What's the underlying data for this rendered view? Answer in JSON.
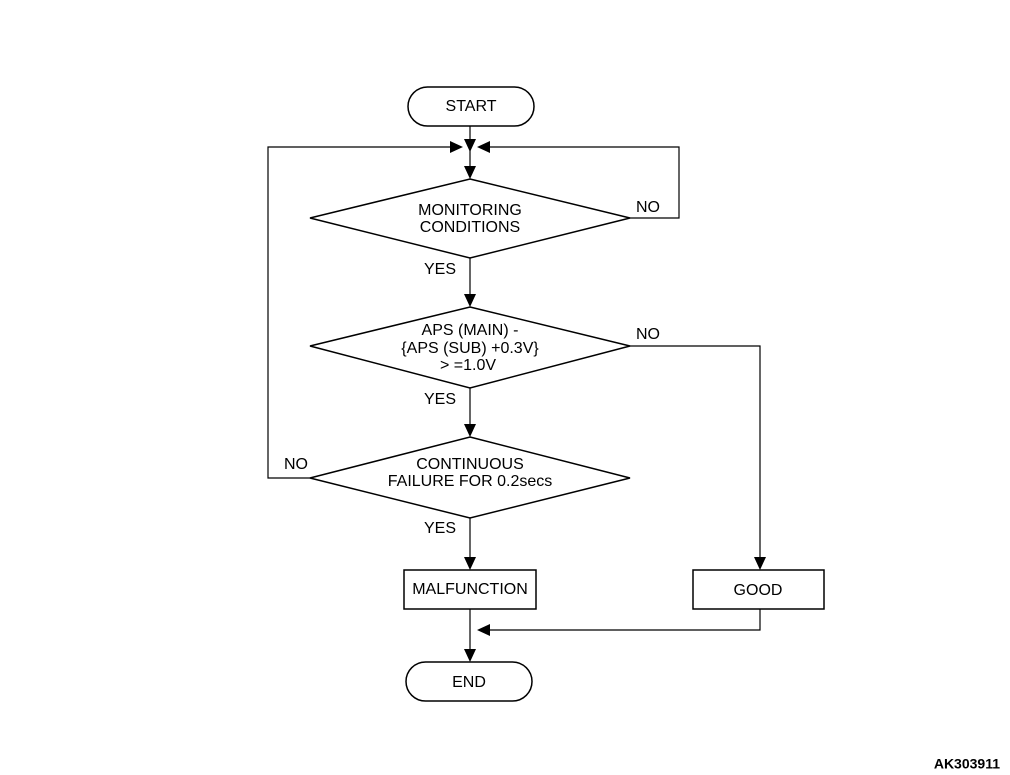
{
  "nodes": {
    "start": "START",
    "monitoring_line1": "MONITORING",
    "monitoring_line2": "CONDITIONS",
    "aps_line1": "APS (MAIN) -",
    "aps_line2": "{APS (SUB) +0.3V}",
    "aps_line3": "> =1.0V",
    "continuous_line1": "CONTINUOUS",
    "continuous_line2": "FAILURE FOR 0.2secs",
    "malfunction": "MALFUNCTION",
    "good": "GOOD",
    "end": "END"
  },
  "branches": {
    "monitoring_yes": "YES",
    "monitoring_no": "NO",
    "aps_yes": "YES",
    "aps_no": "NO",
    "continuous_yes": "YES",
    "continuous_no": "NO"
  },
  "figure_code": "AK303911"
}
